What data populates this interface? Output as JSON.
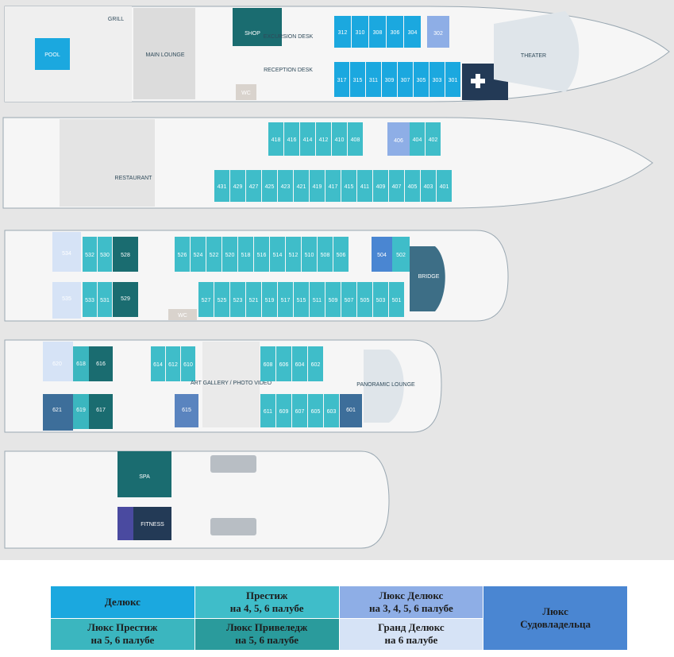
{
  "colors": {
    "deluxe": "#1ba8df",
    "prestige": "#3fbdc9",
    "prestige_suite": "#3bb6bf",
    "privilege_suite": "#2a9b9c",
    "deluxe_suite": "#8eaee6",
    "grand_deluxe_suite": "#d6e3f6",
    "owner_suite": "#4a86d2",
    "dark_teal": "#1a6c70",
    "navy": "#233a56",
    "deck_gray": "#e8e8e8",
    "ship_outline": "#9aa8b2"
  },
  "deck3": {
    "grill": "GRILL",
    "pool": "POOL",
    "main_lounge": "MAIN LOUNGE",
    "shop": "SHOP",
    "excursion_desk": "EXCURSION DESK",
    "reception_desk": "RECEPTION DESK",
    "wc": "WC",
    "theater": "THEATER",
    "cabins_top": [
      "312",
      "310",
      "308",
      "306",
      "304"
    ],
    "cabin_302": "302",
    "cabins_bottom": [
      "317",
      "315",
      "311",
      "309",
      "307",
      "305",
      "303",
      "301"
    ]
  },
  "deck4": {
    "restaurant": "RESTAURANT",
    "cabins_top_a": [
      "418",
      "416",
      "414",
      "412",
      "410",
      "408"
    ],
    "cabin_406": "406",
    "cabins_top_b": [
      "404",
      "402"
    ],
    "cabins_bottom": [
      "431",
      "429",
      "427",
      "425",
      "423",
      "421",
      "419",
      "417",
      "415",
      "411",
      "409",
      "407",
      "405",
      "403",
      "401"
    ]
  },
  "deck5": {
    "bridge": "BRIDGE",
    "wc": "WC",
    "cabin_534": "534",
    "cabins_top_a": [
      "532",
      "530"
    ],
    "cabin_528": "528",
    "cabins_top_b": [
      "526",
      "524",
      "522",
      "520",
      "518",
      "516",
      "514",
      "512",
      "510",
      "508",
      "506"
    ],
    "cabin_504": "504",
    "cabin_502": "502",
    "cabin_535": "535",
    "cabins_bottom_a": [
      "533",
      "531"
    ],
    "cabin_529": "529",
    "cabins_bottom_b": [
      "527",
      "525",
      "523",
      "521",
      "519",
      "517",
      "515",
      "511",
      "509",
      "507",
      "505",
      "503",
      "501"
    ]
  },
  "deck6": {
    "art_gallery": "ART GALLERY / PHOTO VIDEO",
    "panoramic": "PANORAMIC LOUNGE",
    "cabin_620": "620",
    "cabin_618": "618",
    "cabin_616": "616",
    "cabins_top_a": [
      "614",
      "612",
      "610"
    ],
    "cabins_top_b": [
      "608",
      "606",
      "604",
      "602"
    ],
    "cabin_621": "621",
    "cabin_619": "619",
    "cabin_617": "617",
    "cabin_615": "615",
    "cabins_bottom": [
      "611",
      "609",
      "607",
      "605",
      "603"
    ],
    "cabin_601": "601"
  },
  "deck7": {
    "spa": "SPA",
    "fitness": "FITNESS"
  },
  "legend": {
    "deluxe": "Делюкс",
    "prestige": "Престиж\nна 4, 5, 6 палубе",
    "deluxe_suite": "Люкс Делюкс\nна 3, 4, 5, 6 палубе",
    "owner_suite": "Люкс\nСудовладельца",
    "prestige_suite": "Люкс Престиж\nна 5, 6 палубе",
    "privilege_suite": "Люкс Привеледж\nна 5, 6 палубе",
    "grand_deluxe_suite": "Гранд Делюкс\nна 6 палубе"
  }
}
